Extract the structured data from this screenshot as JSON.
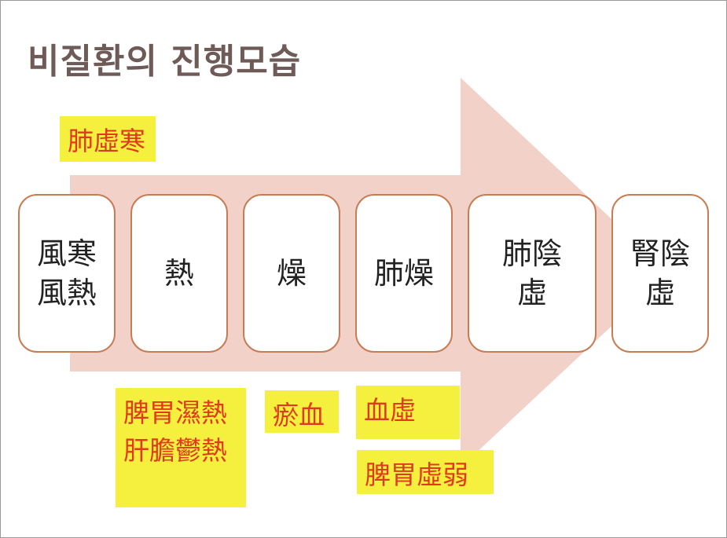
{
  "title": "비질환의 진행모습",
  "colors": {
    "title": "#6e5a56",
    "arrow": "#f2d2c8",
    "box_border": "#c77c56",
    "note_fill": "#f5ef3d",
    "note_text": "#e03a1e"
  },
  "stages": [
    {
      "label": "風寒\n風熱"
    },
    {
      "label": "熱"
    },
    {
      "label": "燥"
    },
    {
      "label": "肺燥"
    },
    {
      "label": "肺陰\n虛"
    },
    {
      "label": "腎陰\n虛"
    }
  ],
  "notes": {
    "top": "肺虛寒",
    "bottom": [
      {
        "text": "脾胃濕熱\n肝膽鬱熱"
      },
      {
        "text": "瘀血"
      },
      {
        "text": "血虛"
      },
      {
        "text": "脾胃虛弱"
      }
    ]
  }
}
